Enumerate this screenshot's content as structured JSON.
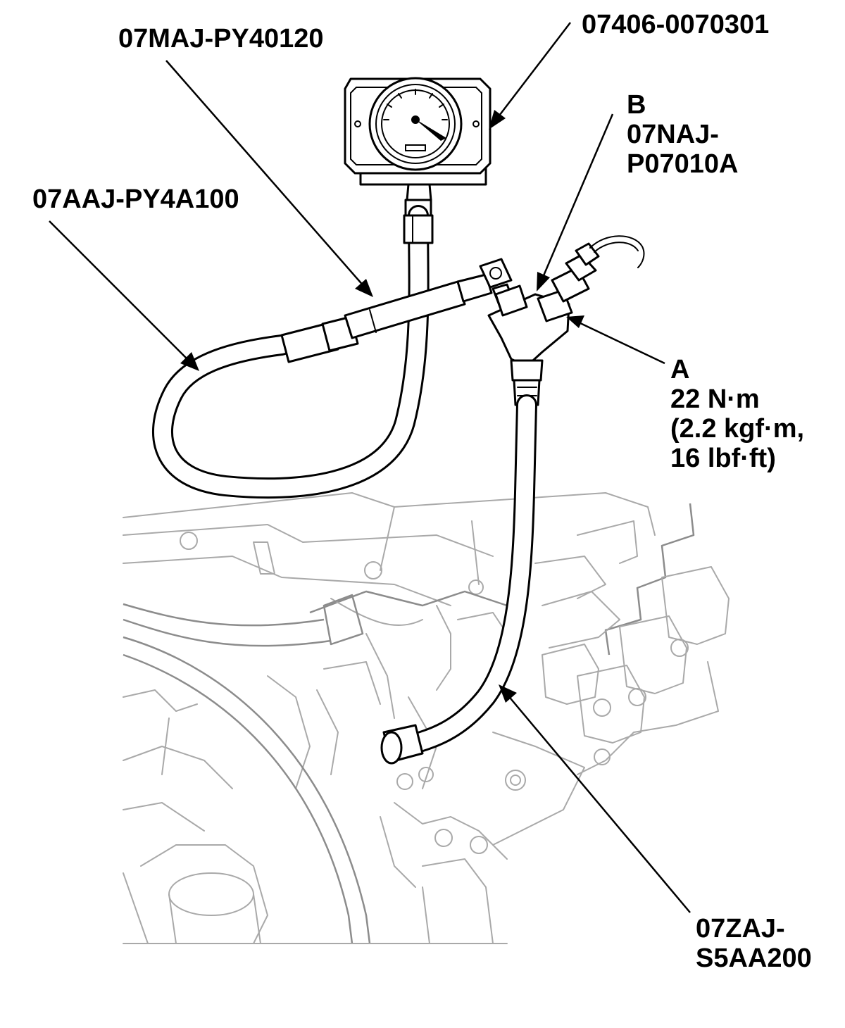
{
  "labels": {
    "gauge": "07406-0070301",
    "hose_upper": "07MAJ-PY40120",
    "hose_left": "07AAJ-PY4A100",
    "b_letter": "B",
    "b_line1": "07NAJ-",
    "b_line2": "P07010A",
    "a_letter": "A",
    "a_torque_nm": "22 N·m",
    "a_torque_kgf": "(2.2 kgf·m,",
    "a_torque_lbf": "16 lbf·ft)",
    "lower_line1": "07ZAJ-",
    "lower_line2": "S5AA200"
  },
  "colors": {
    "ink": "#000000",
    "engine_line": "#a9a9a9",
    "background": "#ffffff"
  }
}
